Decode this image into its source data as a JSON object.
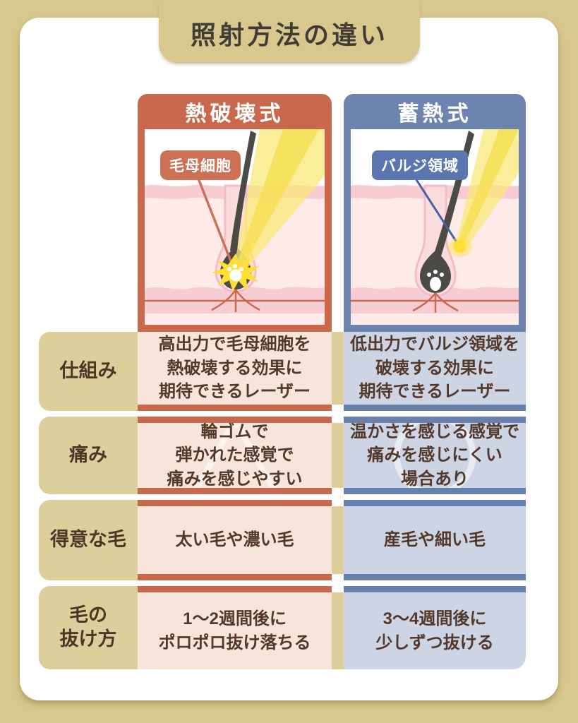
{
  "title": "照射方法の違い",
  "colors": {
    "page_bg": "#d9c88e",
    "card_bg": "#ffffff",
    "row_label_bg": "#dccf9b",
    "text_brown": "#53392b",
    "thermal_accent": "#c8694e",
    "thermal_cell_bg": "#f7e4da",
    "stacking_accent": "#6d84ae",
    "stacking_cell_bg": "#cdd4e3",
    "laser_yellow": "#fae87a",
    "callout_thermal_bg": "#cd7156",
    "callout_stacking_bg": "#5b76ae"
  },
  "columns": [
    {
      "header": "熱破壊式",
      "callout": "毛母細胞",
      "pain_mark": "triangle"
    },
    {
      "header": "蓄熱式",
      "callout": "バルジ領域",
      "pain_mark": "circle"
    }
  ],
  "rows": [
    {
      "label": "仕組み",
      "thermal": "高出力で毛母細胞を\n熱破壊する効果に\n期待できるレーザー",
      "stacking": "低出力でバルジ領域を\n破壊する効果に\n期待できるレーザー"
    },
    {
      "label": "痛み",
      "thermal": "輪ゴムで\n弾かれた感覚で\n痛みを感じやすい",
      "stacking": "温かさを感じる感覚で\n痛みを感じにくい\n場合あり"
    },
    {
      "label": "得意な毛",
      "thermal": "太い毛や濃い毛",
      "stacking": "産毛や細い毛"
    },
    {
      "label": "毛の\n抜け方",
      "thermal": "1〜2週間後に\nポロポロ抜け落ちる",
      "stacking": "3〜4週間後に\n少しずつ抜ける"
    }
  ]
}
